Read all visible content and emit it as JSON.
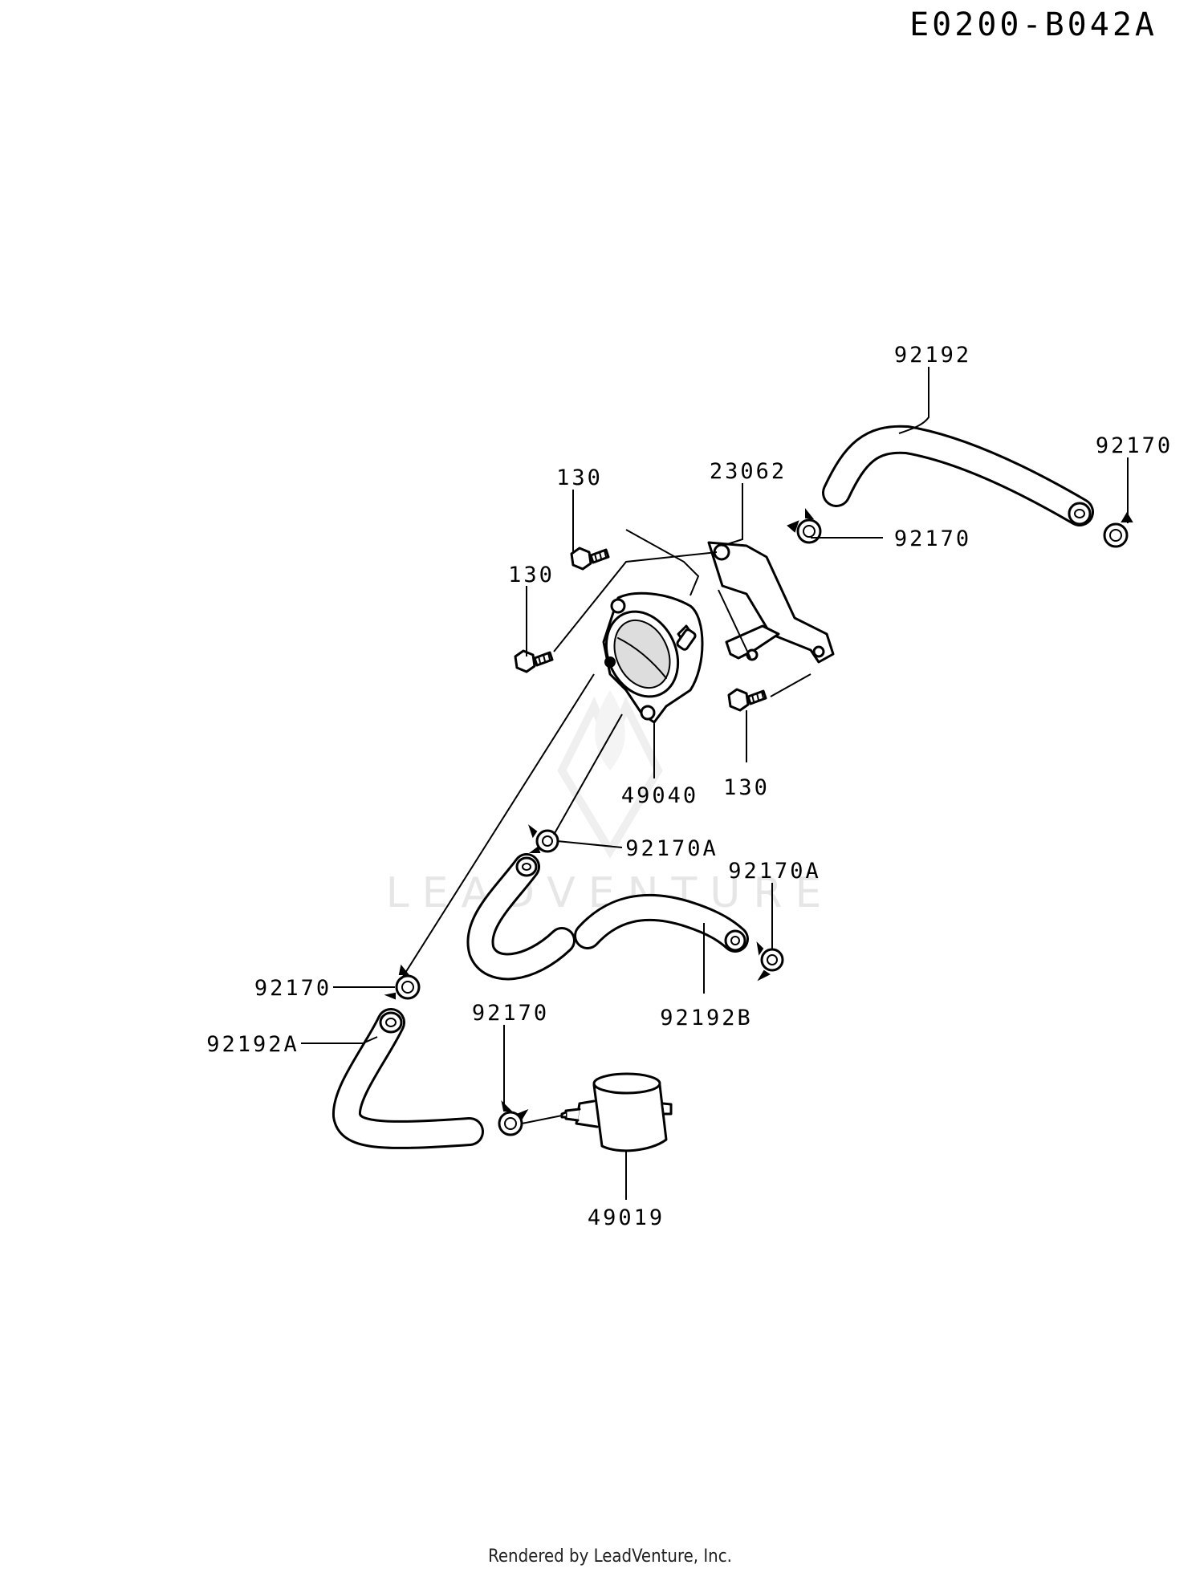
{
  "diagram_code": "E0200-B042A",
  "watermark": "LEADVENTURE",
  "footer": "Rendered by LeadVenture, Inc.",
  "callouts": [
    {
      "id": "c-92192",
      "label": "92192"
    },
    {
      "id": "c-92170-right",
      "label": "92170"
    },
    {
      "id": "c-23062",
      "label": "23062"
    },
    {
      "id": "c-130-top",
      "label": "130"
    },
    {
      "id": "c-92170-mid",
      "label": "92170"
    },
    {
      "id": "c-130-left",
      "label": "130"
    },
    {
      "id": "c-49040",
      "label": "49040"
    },
    {
      "id": "c-130-bottom",
      "label": "130"
    },
    {
      "id": "c-92170a-left",
      "label": "92170A"
    },
    {
      "id": "c-92170a-right",
      "label": "92170A"
    },
    {
      "id": "c-92170-lower",
      "label": "92170"
    },
    {
      "id": "c-92192b",
      "label": "92192B"
    },
    {
      "id": "c-92192a",
      "label": "92192A"
    },
    {
      "id": "c-92170-filter",
      "label": "92170"
    },
    {
      "id": "c-49019",
      "label": "49019"
    }
  ]
}
